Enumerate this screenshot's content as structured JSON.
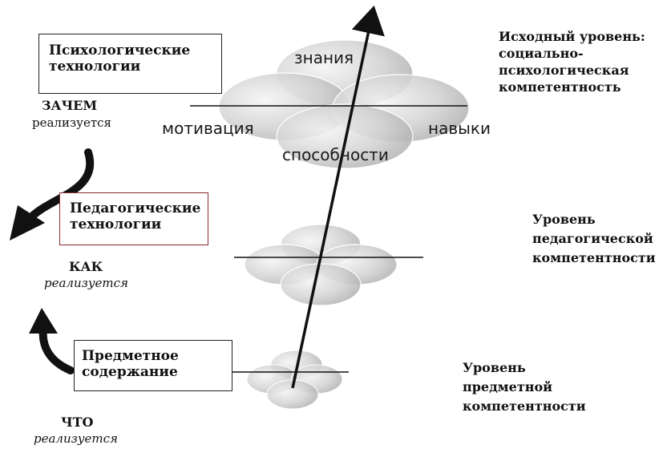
{
  "boxes": {
    "psych": "Психологические\nтехнологии",
    "ped": "Педагогические\nтехнологии",
    "subject": "Предметное\nсодержание"
  },
  "left_labels": {
    "zachem": "ЗАЧЕМ",
    "kak": "КАК",
    "chto": "ЧТО",
    "realized": "реализуется"
  },
  "levels": {
    "top": "Исходный уровень:\nсоциально-\nпсихологическая\nкомпетентность",
    "middle": "Уровень\nпедагогической\nкомпетентности",
    "bottom": "Уровень\nпредметной\nкомпетентности"
  },
  "petals": {
    "top": "знания",
    "left": "мотивация",
    "right": "навыки",
    "bottom": "способности"
  },
  "colors": {
    "box_border": "#222222",
    "ped_box_border": "#8b2a2a",
    "arrow": "#111111"
  }
}
